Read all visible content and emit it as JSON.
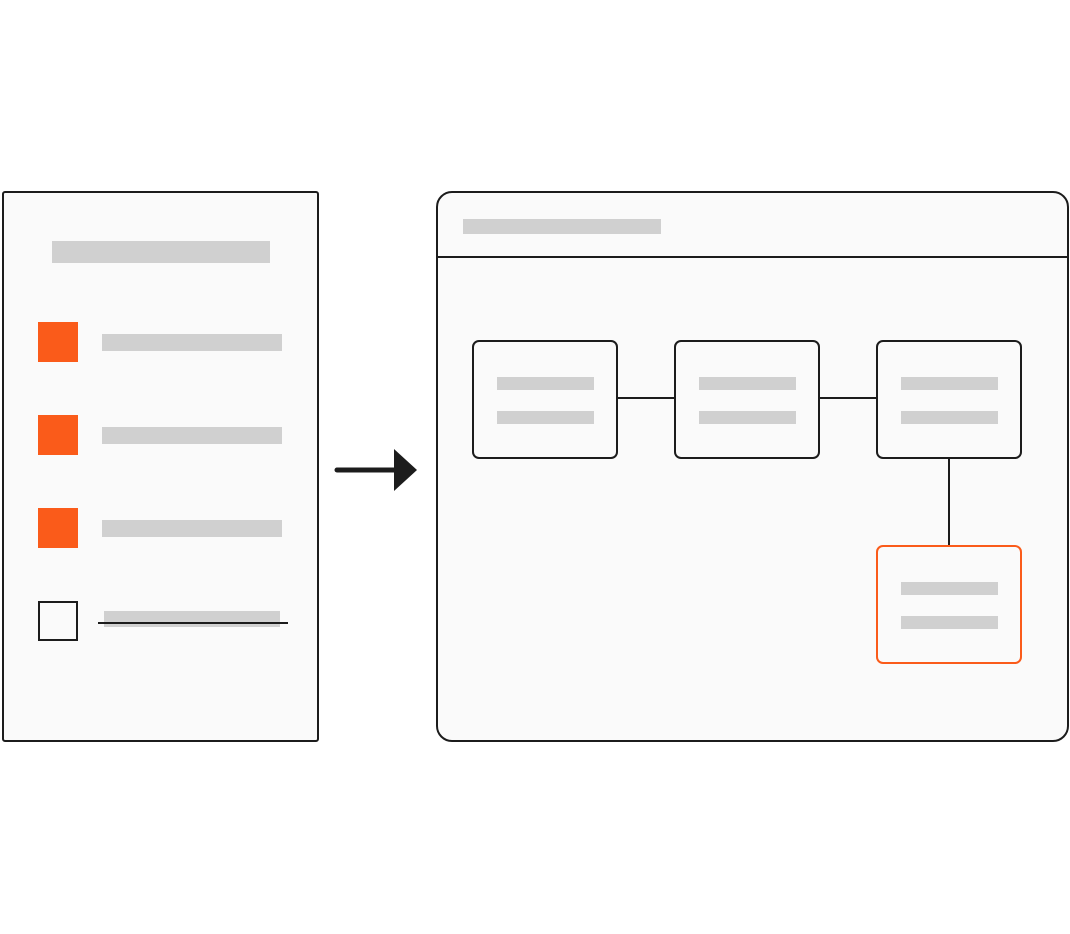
{
  "colors": {
    "accent": "#fa5b1a",
    "stroke": "#1c1c1c",
    "placeholder": "#d0d0d0",
    "surface": "#fafafa"
  },
  "checklist": {
    "items": [
      {
        "checked": true
      },
      {
        "checked": true
      },
      {
        "checked": true
      },
      {
        "checked": false,
        "struck_through": true
      }
    ]
  },
  "arrow": {
    "icon": "arrow-right-icon"
  },
  "flow": {
    "nodes": [
      {
        "id": "node-1",
        "highlighted": false
      },
      {
        "id": "node-2",
        "highlighted": false
      },
      {
        "id": "node-3",
        "highlighted": false
      },
      {
        "id": "node-4",
        "highlighted": true
      }
    ]
  }
}
